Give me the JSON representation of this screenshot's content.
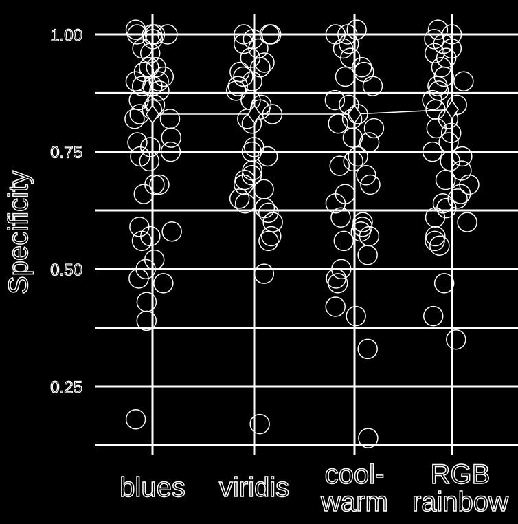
{
  "chart_data": {
    "type": "scatter",
    "ylabel": "Specificity",
    "ylim": [
      0.12,
      1.05
    ],
    "yticks": [
      {
        "value": 0.25,
        "label": "0.25"
      },
      {
        "value": 0.5,
        "label": "0.50"
      },
      {
        "value": 0.75,
        "label": "0.75"
      },
      {
        "value": 1.0,
        "label": "1.00"
      }
    ],
    "ygrid_minor": [
      0.125,
      0.375,
      0.625,
      0.875
    ],
    "grid": true,
    "categories": [
      {
        "lines": [
          "blues"
        ]
      },
      {
        "lines": [
          "viridis"
        ]
      },
      {
        "lines": [
          "cool-",
          "warm"
        ]
      },
      {
        "lines": [
          "RGB",
          "rainbow"
        ]
      }
    ],
    "means": [
      0.83,
      0.83,
      0.83,
      0.84
    ],
    "series": [
      {
        "values": [
          1.0,
          1.0,
          1.0,
          0.97,
          0.96,
          0.99,
          1.01,
          1.0,
          0.93,
          0.93,
          0.92,
          0.91,
          0.9,
          0.9,
          0.89,
          0.89,
          0.88,
          0.86,
          0.85,
          0.84,
          0.83,
          0.82,
          0.82,
          0.78,
          0.77,
          0.76,
          0.75,
          0.74,
          0.73,
          0.68,
          0.68,
          0.66,
          0.59,
          0.58,
          0.57,
          0.56,
          0.52,
          0.5,
          0.48,
          0.47,
          0.43,
          0.39,
          0.18
        ]
      },
      {
        "values": [
          1.0,
          1.0,
          1.0,
          0.99,
          0.98,
          0.97,
          0.95,
          0.94,
          0.93,
          0.92,
          0.91,
          0.9,
          0.89,
          0.88,
          0.86,
          0.85,
          0.84,
          0.83,
          0.82,
          0.81,
          0.76,
          0.75,
          0.74,
          0.71,
          0.7,
          0.69,
          0.68,
          0.67,
          0.65,
          0.64,
          0.63,
          0.62,
          0.6,
          0.57,
          0.56,
          0.49,
          0.17
        ]
      },
      {
        "values": [
          1.01,
          1.0,
          1.0,
          0.98,
          0.97,
          0.95,
          0.93,
          0.92,
          0.91,
          0.89,
          0.86,
          0.85,
          0.83,
          0.82,
          0.81,
          0.8,
          0.78,
          0.77,
          0.74,
          0.73,
          0.72,
          0.7,
          0.68,
          0.66,
          0.64,
          0.61,
          0.6,
          0.59,
          0.58,
          0.57,
          0.56,
          0.53,
          0.5,
          0.48,
          0.47,
          0.42,
          0.4,
          0.33,
          0.14
        ]
      },
      {
        "values": [
          1.01,
          1.0,
          0.99,
          0.98,
          0.97,
          0.96,
          0.95,
          0.93,
          0.91,
          0.9,
          0.89,
          0.88,
          0.86,
          0.85,
          0.84,
          0.82,
          0.8,
          0.79,
          0.77,
          0.75,
          0.74,
          0.73,
          0.71,
          0.69,
          0.68,
          0.66,
          0.65,
          0.64,
          0.63,
          0.61,
          0.6,
          0.57,
          0.56,
          0.55,
          0.47,
          0.4,
          0.35
        ]
      }
    ]
  }
}
